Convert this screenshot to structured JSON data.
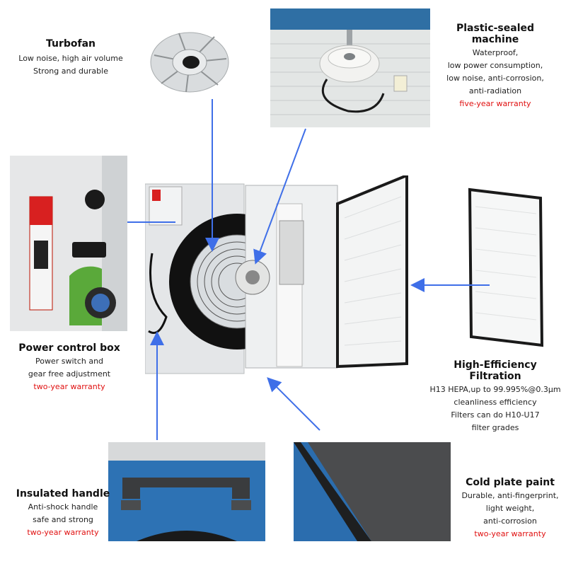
{
  "colors": {
    "arrow": "#3f6fe8",
    "warranty": "#e01010"
  },
  "turbofan": {
    "title": "Turbofan",
    "lines": [
      "Low noise, high air volume",
      "Strong and durable"
    ]
  },
  "plastic_sealed": {
    "title": "Plastic-sealed machine",
    "lines": [
      "Waterproof,",
      "low power consumption,",
      "low noise, anti-corrosion,",
      "anti-radiation"
    ],
    "warranty": "five-year warranty"
  },
  "power_box": {
    "title": "Power control box",
    "lines": [
      "Power switch and",
      "gear free adjustment"
    ],
    "warranty": "two-year warranty"
  },
  "hepa": {
    "title_line1": "High-Efficiency",
    "title_line2": "Filtration",
    "lines": [
      "H13 HEPA,up to 99.995%@0.3μm",
      "cleanliness efficiency",
      "Filters can do H10-U17",
      "filter grades"
    ]
  },
  "handle": {
    "title": "Insulated handle",
    "lines": [
      "Anti-shock handle",
      "safe and strong"
    ],
    "warranty": "two-year warranty"
  },
  "paint": {
    "title": "Cold plate paint",
    "lines": [
      "Durable, anti-fingerprint,",
      "light weight,",
      "anti-corrosion"
    ],
    "warranty": "two-year warranty"
  }
}
